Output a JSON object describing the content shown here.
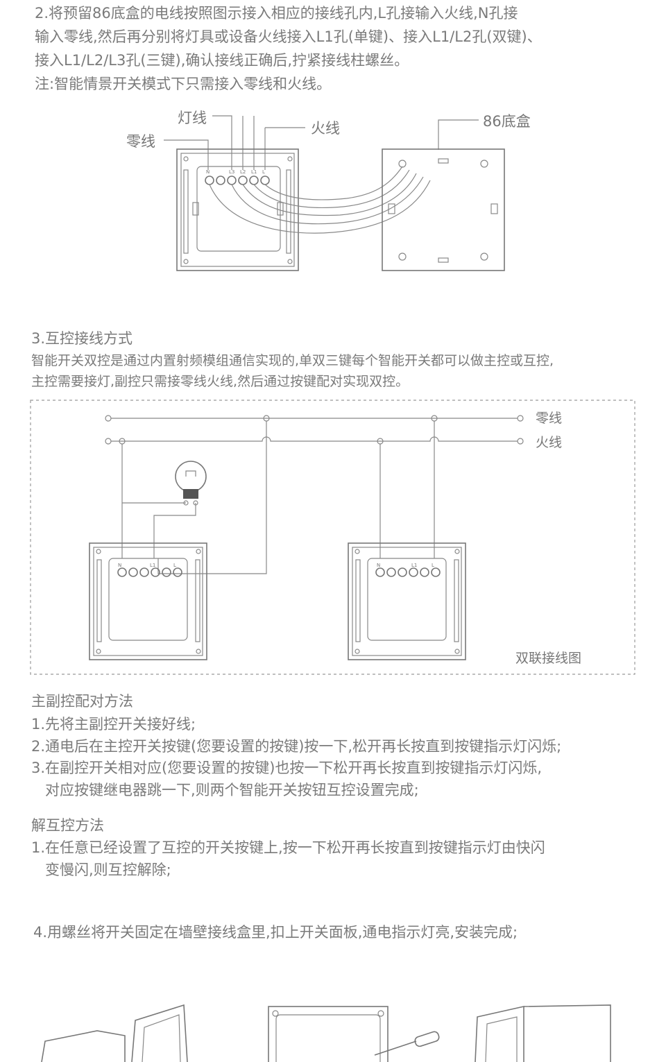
{
  "step2": {
    "lines": [
      "2.将预留86底盒的电线按照图示接入相应的接线孔内,L孔接输入火线,N孔接",
      "输入零线,然后再分别将灯具或设备火线接入L1孔(单键)、接入L1/L2孔(双键)、",
      "接入L1/L2/L3孔(三键),确认接线正确后,拧紧接线柱螺丝。",
      "注:智能情景开关模式下只需接入零线和火线。"
    ],
    "diagram": {
      "light_wire": "灯线",
      "neutral_wire": "零线",
      "live_wire": "火线",
      "box_label": "86底盒",
      "terminals": [
        "N",
        "L3",
        "L2",
        "L1",
        "L"
      ]
    }
  },
  "step3": {
    "title": "3.互控接线方式",
    "lines": [
      "智能开关双控是通过内置射频模组通信实现的,单双三键每个智能开关都可以做主控或互控,",
      "主控需要接灯,副控只需接零线火线,然后通过按键配对实现双控。"
    ],
    "diagram": {
      "neutral": "零线",
      "live": "火线",
      "caption": "双联接线图",
      "terminals_main": [
        "N",
        "L1",
        "L"
      ],
      "terminals_sub": [
        "N",
        "L1",
        "L"
      ]
    }
  },
  "pairing": {
    "title": "主副控配对方法",
    "lines": [
      "1.先将主副控开关接好线;",
      "2.通电后在主控开关按键(您要设置的按键)按一下,松开再长按直到按键指示灯闪烁;",
      "3.在副控开关相对应(您要设置的按键)也按一下松开再长按直到按键指示灯闪烁,",
      "对应按键继电器跳一下,则两个智能开关按钮互控设置完成;"
    ]
  },
  "unpair": {
    "title": "解互控方法",
    "lines": [
      "1.在任意已经设置了互控的开关按键上,按一下松开再长按直到按键指示灯由快闪",
      "变慢闪,则互控解除;"
    ]
  },
  "step4": {
    "text": "4.用螺丝将开关固定在墙壁接线盒里,扣上开关面板,通电指示灯亮,安装完成;"
  }
}
